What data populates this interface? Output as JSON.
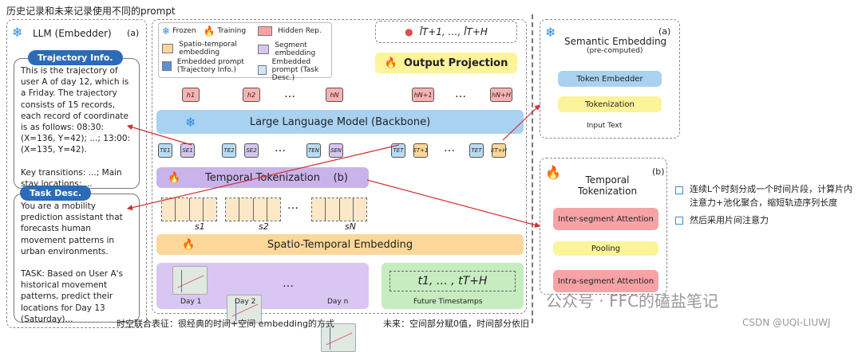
{
  "header_note": "历史记录和未来记录使用不同的prompt",
  "left_panel": {
    "title": "LLM (Embedder)",
    "tag": "(a)"
  },
  "traj": {
    "label": "Trajectory Info.",
    "text": "This is the trajectory of user A of day 12, which is a Friday. The trajectory consists of 15 records, each record of coordinate is as follows: 08:30: (X=136, Y=42); ...; 13:00: (X=135, Y=42).\n\nKey transitions: ...; Main stay locations: ..."
  },
  "task": {
    "label": "Task Desc.",
    "text": "You are a mobility prediction assistant that forecasts human movement patterns in urban environments.\n\nTASK: Based on User A's historical movement patterns, predict their locations for Day 13 (Saturday)..."
  },
  "legend": {
    "frozen": "Frozen",
    "training": "Training",
    "hidden": "Hidden Rep.",
    "st": "Spatio-temporal embedding",
    "seg": "Segment embedding",
    "ep1": "Embedded prompt (Trajectory Info.)",
    "ep2": "Embedded prompt (Task Desc.)"
  },
  "output": {
    "formula": "l̂T+1, …, l̂T+H",
    "proj": "Output Projection"
  },
  "llm": "Large Language Model (Backbone)",
  "hidden": {
    "h1": "h1",
    "h2": "h2",
    "hn": "hN",
    "ht1": "hN+1",
    "hth": "hN+H",
    "dots": "…"
  },
  "tokens": {
    "te1": "TE1",
    "se1": "SE1",
    "te2": "TE2",
    "se2": "SE2",
    "ten": "TEN",
    "sen": "SEN",
    "tet": "TET",
    "et1": "ET+1",
    "tet2": "TET",
    "eth": "ET+H",
    "dots": "…"
  },
  "temporal_tok": {
    "label": "Temporal Tokenization",
    "tag": "(b)"
  },
  "segments": {
    "s1": "s1",
    "s2": "s2",
    "sn": "sN",
    "dots": "…"
  },
  "ste": "Spatio-Temporal Embedding",
  "days": {
    "d1": "Day 1",
    "d2": "Day 2",
    "dn": "Day n",
    "dots": "…"
  },
  "future": {
    "formula": "t1, … , tT+H",
    "label": "Future Timestamps"
  },
  "semantic": {
    "title": "Semantic Embedding",
    "sub": "(pre-computed)",
    "tag": "(a)",
    "token_emb": "Token Embedder",
    "tokenization": "Tokenization",
    "input": "Input Text"
  },
  "tt_panel": {
    "title": "Temporal Tokenization",
    "tag": "(b)",
    "inter": "Inter-segment Attention",
    "pool": "Pooling",
    "intra": "Intra-segment Attention"
  },
  "notes": {
    "n1": "连续L个时刻分成一个时间片段，计算片内注意力+池化聚合，缩短轨迹序列长度",
    "n2": "然后采用片间注意力"
  },
  "bottom": {
    "left": "时空联合表征：很经典的时间+空间 embedding的方式",
    "right": "未来：空间部分赋0值，时间部分依旧"
  },
  "watermark": {
    "wx": "公众号 · FFC的磕盐笔记",
    "csdn": "CSDN @UQI-LIUWJ"
  },
  "colors": {
    "blue": "#2c6bb8",
    "llm": "#a9d2f1",
    "orange": "#fbd79a",
    "purple": "#c9b3ea",
    "yellow": "#fdf39a",
    "red": "#f6a3a6",
    "green": "#c6ecc0"
  }
}
